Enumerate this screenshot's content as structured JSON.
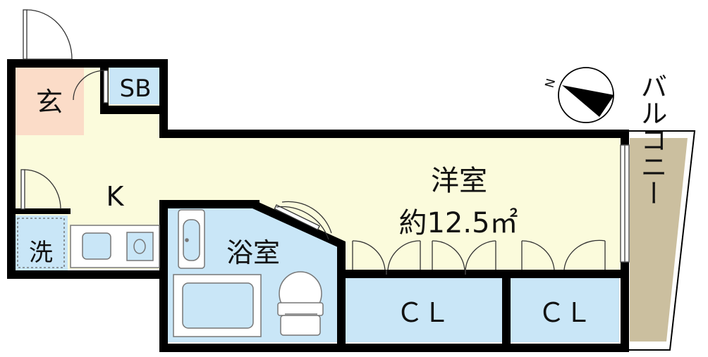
{
  "rooms": {
    "genkan": "玄",
    "shoe_box": "SB",
    "kitchen": "K",
    "laundry": "洗",
    "bathroom": "浴室",
    "western_room": "洋室",
    "western_room_area": "約12.5㎡",
    "closet_1": "ＣＬ",
    "closet_2": "ＣＬ",
    "balcony": "バルコニー"
  },
  "compass": {
    "north_label": "N"
  },
  "colors": {
    "wall": "#000000",
    "genkan_fill": "#fbdcc8",
    "room_fill": "#fbfbdc",
    "wet_fill": "#c9e6f7",
    "balcony_fill": "#cbbf9f",
    "fixture_stroke": "#777777"
  }
}
